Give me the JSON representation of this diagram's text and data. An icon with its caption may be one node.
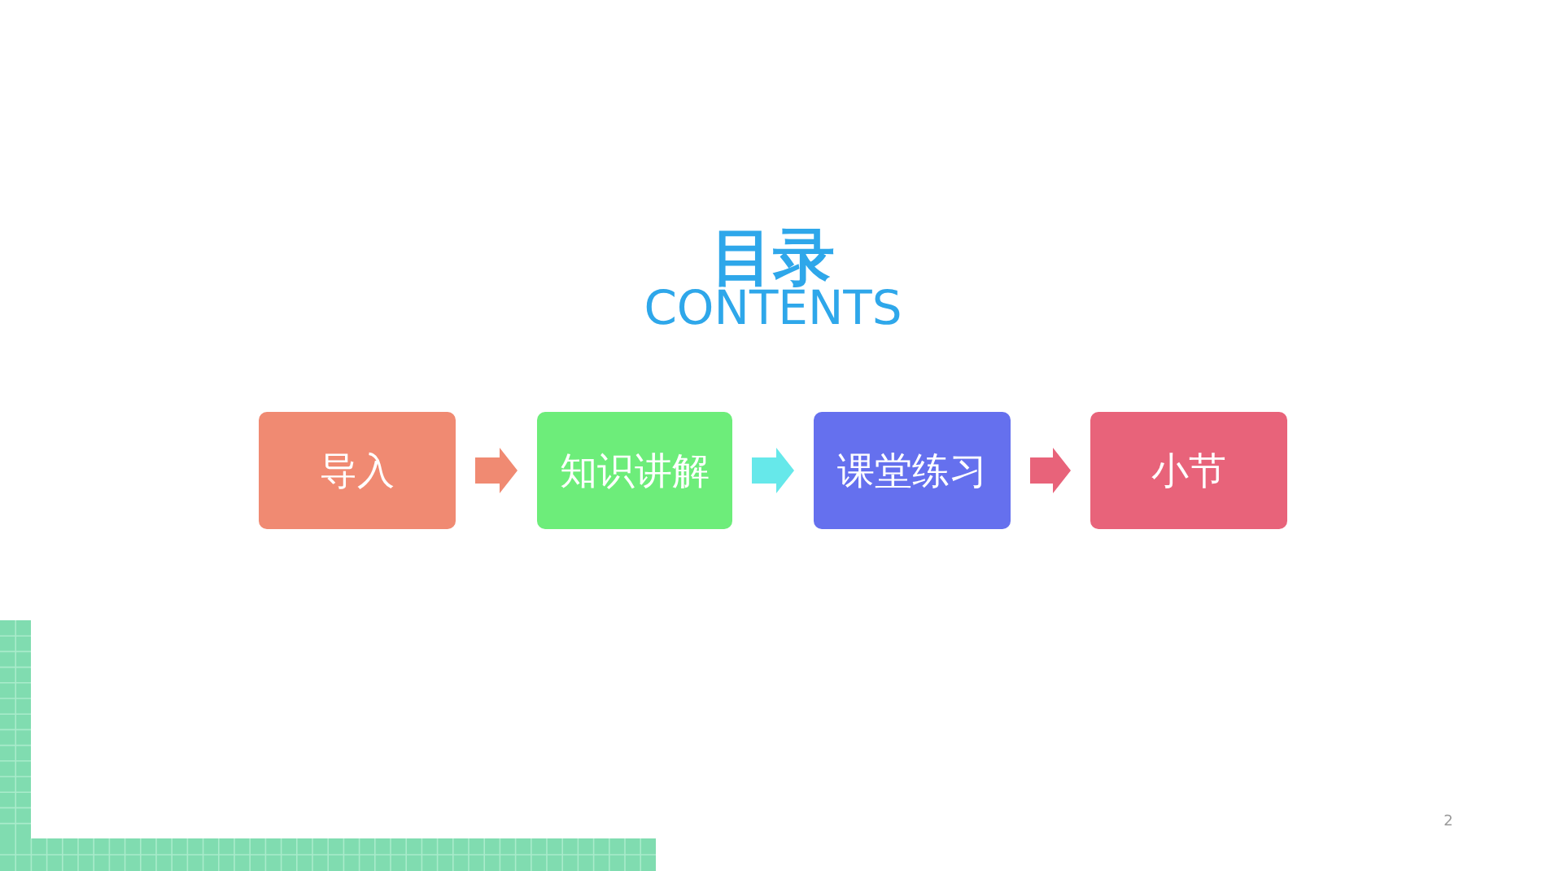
{
  "diagram": {
    "title": "目录",
    "nodes": [
      {
        "text": [
          "导入"
        ]
      },
      {
        "text": [
          "知识讲解"
        ]
      },
      {
        "text": [
          "课堂练习"
        ]
      },
      {
        "text": [
          "小节"
        ]
      }
    ],
    "edges": [
      {
        "from": 0,
        "to": 1,
        "arrow": "to",
        "color": "#f08a72"
      },
      {
        "from": 1,
        "to": 2,
        "arrow": "to",
        "color": "#66e8ea"
      },
      {
        "from": 2,
        "to": 3,
        "arrow": "to",
        "color": "#e8637a"
      }
    ],
    "labels": [
      "CONTENTS",
      "2"
    ]
  }
}
